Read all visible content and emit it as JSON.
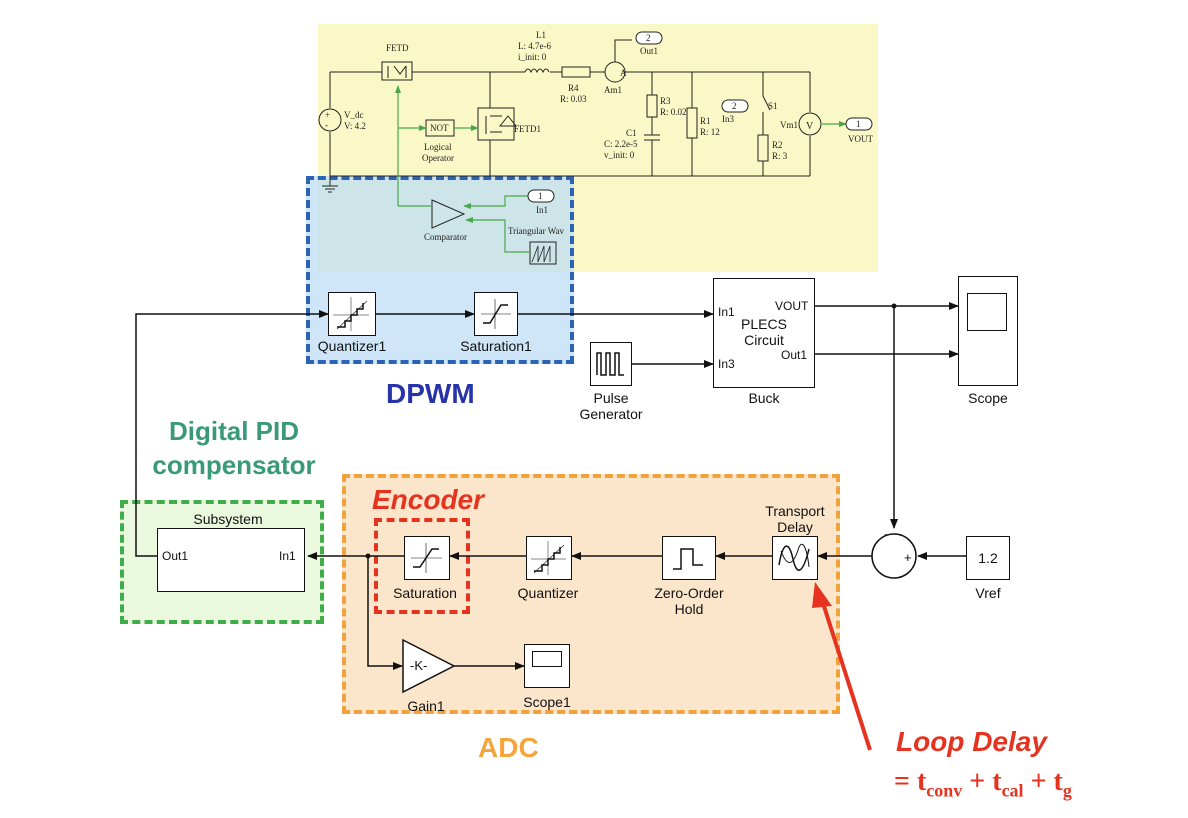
{
  "colors": {
    "plecs_bg": "#faf8c6",
    "dpwm_border": "#2d63b5",
    "dpwm_fill": "#cfe6f7",
    "dpwm_title": "#2733a8",
    "pid_border": "#3fad49",
    "pid_fill": "#eaf8de",
    "pid_title": "#3a9a78",
    "adc_border": "#f0a23c",
    "adc_fill": "#fbe6cc",
    "adc_title": "#f4a63a",
    "encoder_red": "#e53320",
    "green_wire": "#4aa84a"
  },
  "plecs": {
    "fetd_label": "FETD",
    "l1_label": "L1",
    "l1_value": "L: 4.7e-6",
    "l1_init": "i_init: 0",
    "r4_label": "R4",
    "r4_value": "R: 0.03",
    "am1_label": "Am1",
    "out1_num": "2",
    "out1_label": "Out1",
    "vdc_label": "V_dc",
    "vdc_value": "V: 4.2",
    "not_label": "NOT",
    "logical_label": "Logical",
    "operator_label": "Operator",
    "fetd1_label": "FETD1",
    "r3_label": "R3",
    "r3_value": "R: 0.02",
    "c1_label": "C1",
    "c1_value": "C: 2.2e-5",
    "c1_init": "v_init: 0",
    "r1_label": "R1",
    "r1_value": "R: 12",
    "in3_num": "2",
    "in3_label": "In3",
    "s1_label": "S1",
    "r2_label": "R2",
    "r2_value": "R: 3",
    "vm1_label": "Vm1",
    "vout_num": "1",
    "vout_label": "VOUT",
    "in1_num": "1",
    "in1_label": "In1",
    "comparator_label": "Comparator",
    "triangular_label": "Triangular Wav"
  },
  "blocks": {
    "quantizer1": "Quantizer1",
    "saturation1": "Saturation1",
    "buck_in1": "In1",
    "buck_in3": "In3",
    "buck_vout": "VOUT",
    "buck_out1": "Out1",
    "buck_body_1": "PLECS",
    "buck_body_2": "Circuit",
    "buck": "Buck",
    "pulse_1": "Pulse",
    "pulse_2": "Generator",
    "scope": "Scope",
    "subsystem": "Subsystem",
    "sub_out1": "Out1",
    "sub_in1": "In1",
    "saturation": "Saturation",
    "quantizer": "Quantizer",
    "zoh_1": "Zero-Order",
    "zoh_2": "Hold",
    "transport_1": "Transport",
    "transport_2": "Delay",
    "vref_value": "1.2",
    "vref": "Vref",
    "gain_text": "-K-",
    "gain1": "Gain1",
    "scope1": "Scope1",
    "sum_minus": "-",
    "sum_plus": "+"
  },
  "titles": {
    "dpwm": "DPWM",
    "pid_1": "Digital PID",
    "pid_2": "compensator",
    "encoder": "Encoder",
    "adc": "ADC",
    "loop_delay": "Loop Delay",
    "eq_equals": "= t",
    "eq_conv": "conv",
    "eq_plus1": " +  t",
    "eq_cal": "cal",
    "eq_plus2": " + t",
    "eq_g": "g"
  }
}
